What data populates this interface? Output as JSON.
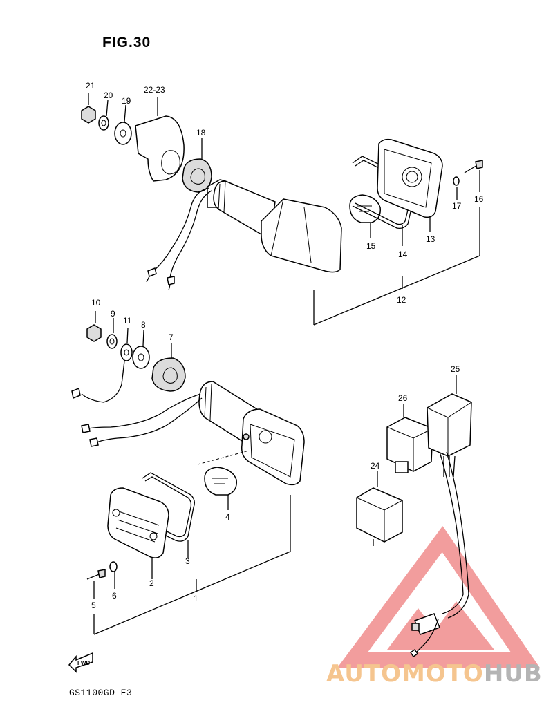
{
  "figure": {
    "title": "FIG.30",
    "model": "GS1100GD E3"
  },
  "watermark": {
    "part1": "AUTOMOTO",
    "part2": "HUB",
    "colors": {
      "red": "#f08c8c",
      "orange": "#f5c58f",
      "gray": "#b4b4b4"
    }
  },
  "fwd_label": "FWD",
  "callouts": {
    "c21": "21",
    "c20": "20",
    "c19": "19",
    "c22_23": "22-23",
    "c18": "18",
    "c17": "17",
    "c16": "16",
    "c15": "15",
    "c14": "14",
    "c13": "13",
    "c12": "12",
    "c10": "10",
    "c9": "9",
    "c11": "11",
    "c8": "8",
    "c7": "7",
    "c4": "4",
    "c3": "3",
    "c2": "2",
    "c6": "6",
    "c5": "5",
    "c1": "1",
    "c24": "24",
    "c25": "25",
    "c26": "26"
  }
}
